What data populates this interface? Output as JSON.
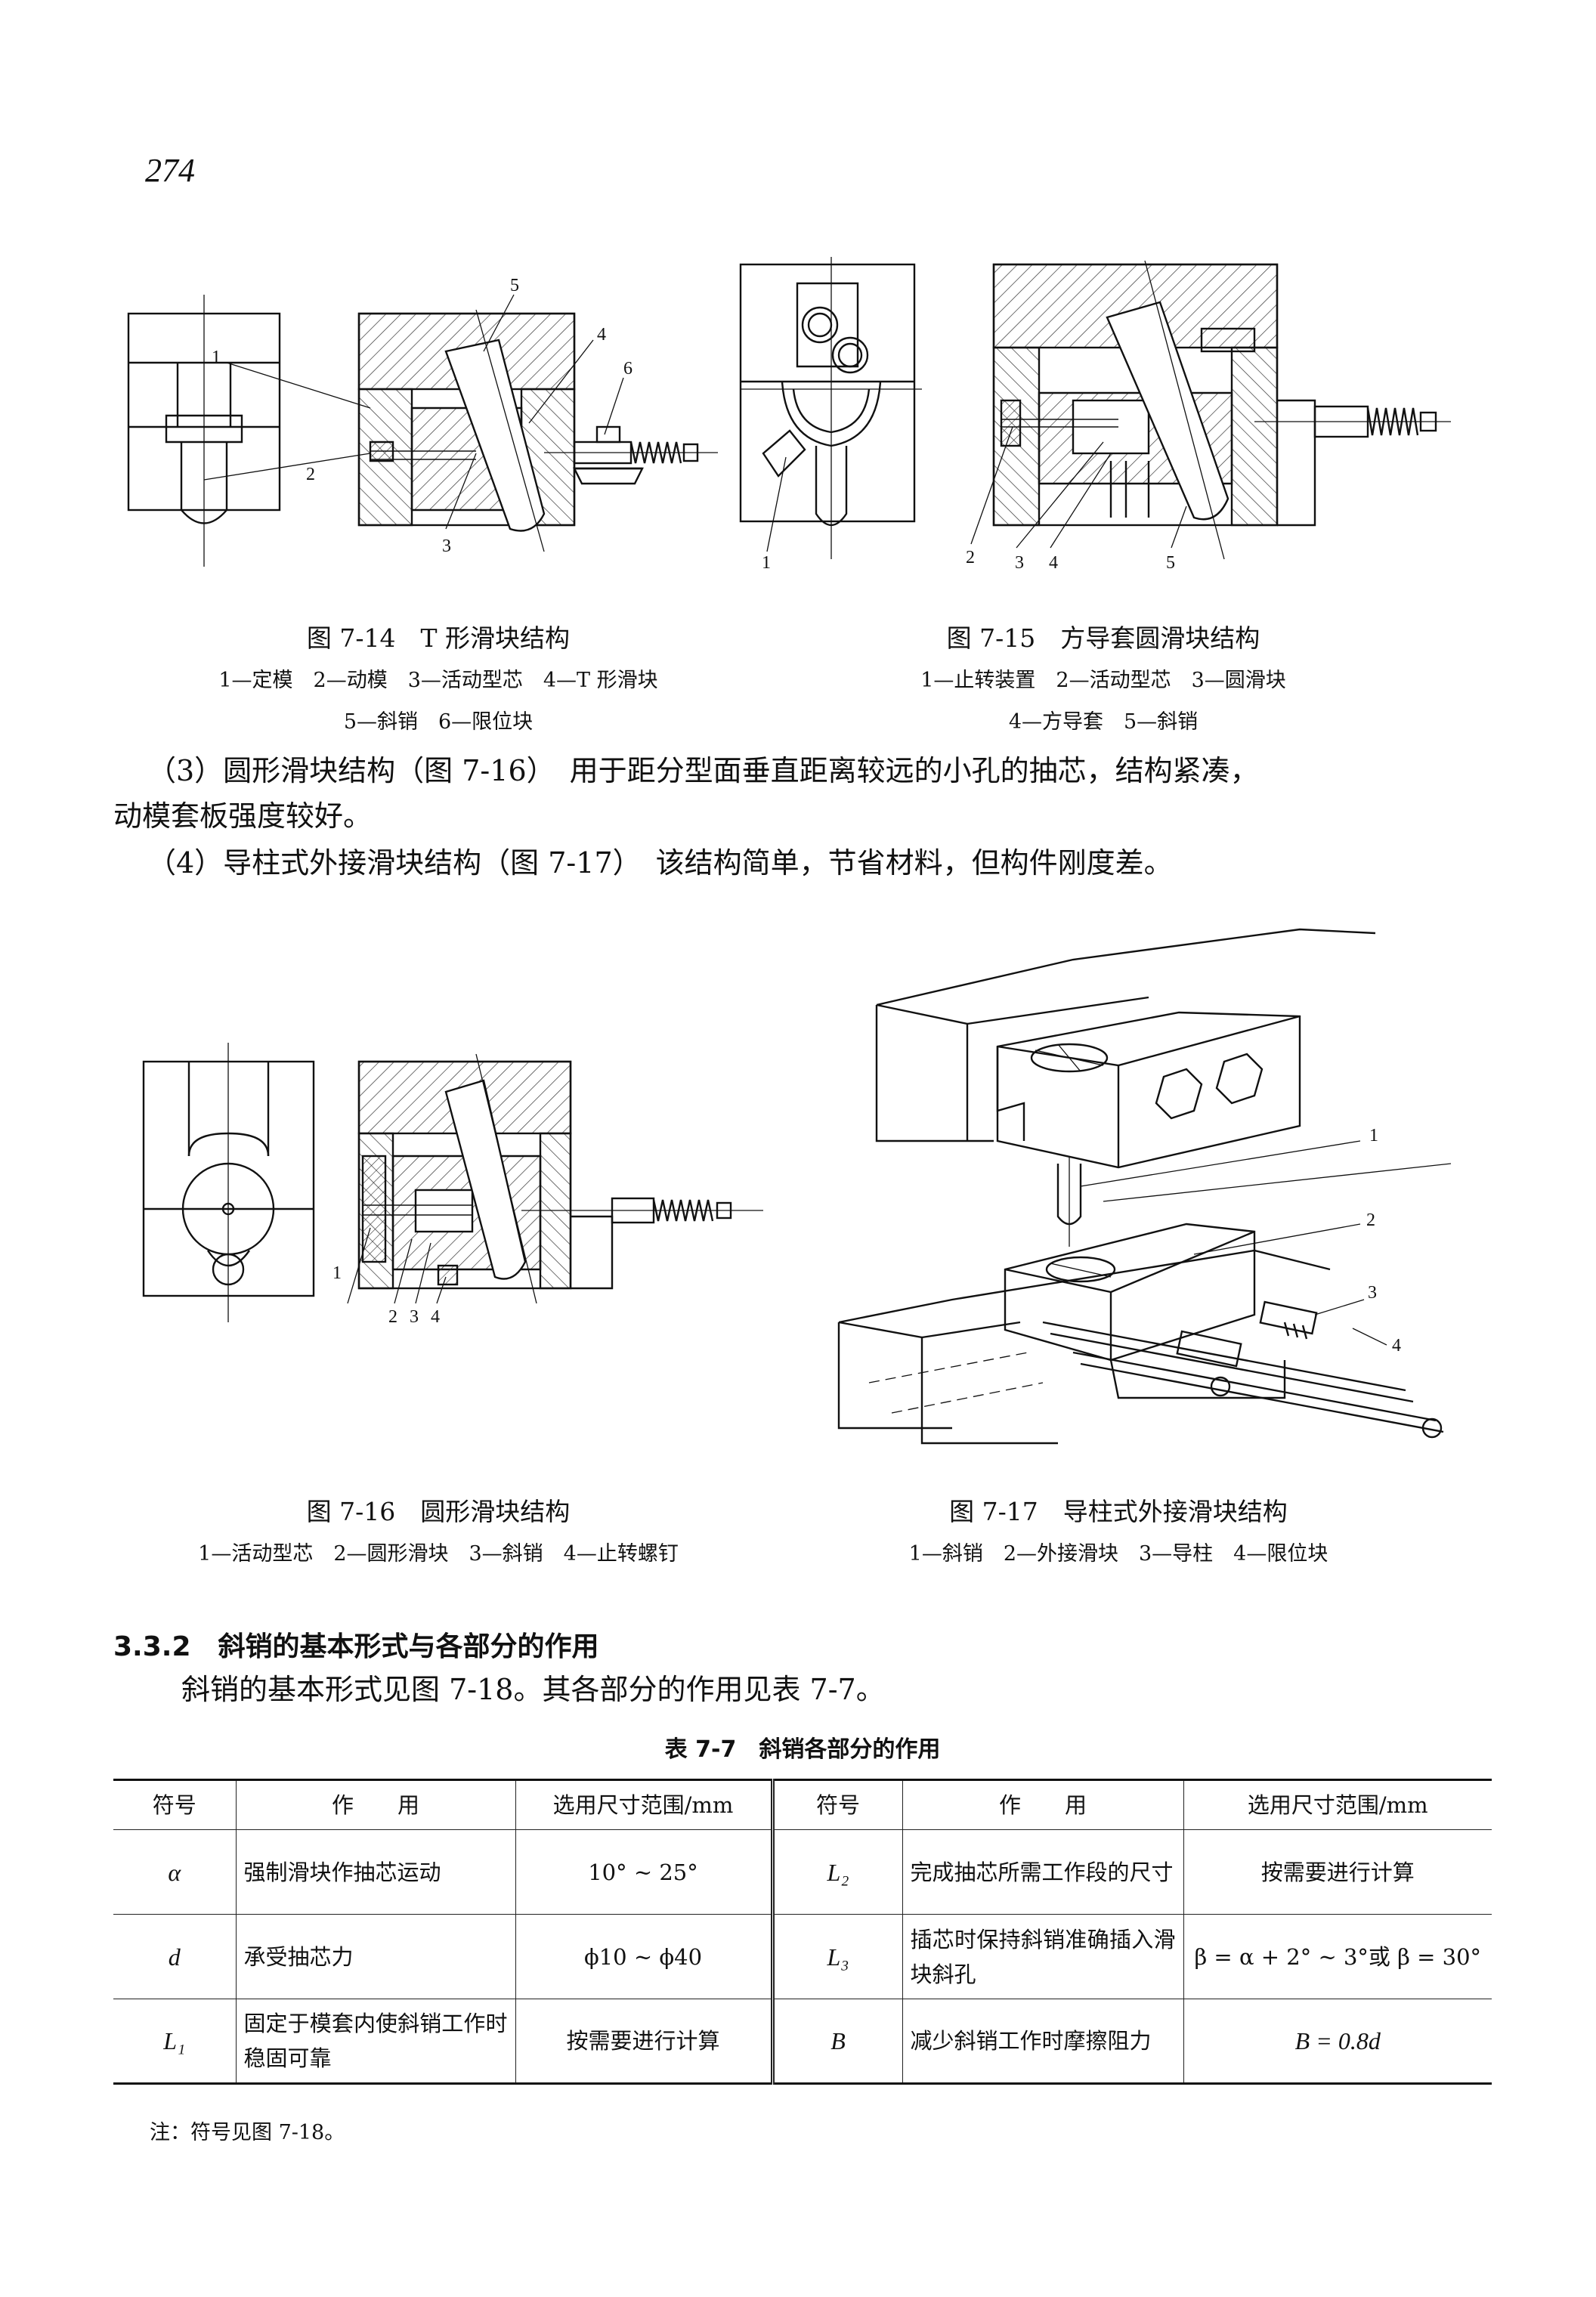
{
  "page_number": "274",
  "figures": {
    "f714": {
      "caption": "图 7-14　T 形滑块结构",
      "legend_line1": "1—定模　2—动模　3—活动型芯　4—T 形滑块",
      "legend_line2": "5—斜销　6—限位块",
      "labels": [
        "1",
        "2",
        "3",
        "4",
        "5",
        "6"
      ]
    },
    "f715": {
      "caption": "图 7-15　方导套圆滑块结构",
      "legend_line1": "1—止转装置　2—活动型芯　3—圆滑块",
      "legend_line2": "4—方导套　5—斜销",
      "labels": [
        "1",
        "2",
        "3",
        "4",
        "5"
      ]
    },
    "f716": {
      "caption": "图 7-16　圆形滑块结构",
      "legend_line1": "1—活动型芯　2—圆形滑块　3—斜销　4—止转螺钉",
      "labels": [
        "1",
        "2",
        "3",
        "4"
      ]
    },
    "f717": {
      "caption": "图 7-17　导柱式外接滑块结构",
      "legend_line1": "1—斜销　2—外接滑块　3—导柱　4—限位块",
      "labels": [
        "1",
        "2",
        "3",
        "4"
      ]
    }
  },
  "paragraphs": {
    "p3_line1": "（3）圆形滑块结构（图 7-16）　用于距分型面垂直距离较远的小孔的抽芯，结构紧凑，",
    "p3_line2": "动模套板强度较好。",
    "p4": "（4）导柱式外接滑块结构（图 7-17）　该结构简单，节省材料，但构件刚度差。",
    "section_heading": "3.3.2　斜销的基本形式与各部分的作用",
    "section_text": "斜销的基本形式见图 7-18。其各部分的作用见表 7-7。"
  },
  "table": {
    "title": "表 7-7　斜销各部分的作用",
    "headers": [
      "符号",
      "作　　用",
      "选用尺寸范围/mm",
      "符号",
      "作　　用",
      "选用尺寸范围/mm"
    ],
    "rows": [
      [
        "α",
        "强制滑块作抽芯运动",
        "10° ~ 25°",
        "L₂",
        "完成抽芯所需工作段的尺寸",
        "按需要进行计算"
      ],
      [
        "d",
        "承受抽芯力",
        "ϕ10 ~ ϕ40",
        "L₃",
        "插芯时保持斜销准确插入滑块斜孔",
        "β = α + 2° ~ 3°或 β = 30°"
      ],
      [
        "L₁",
        "固定于模套内使斜销工作时稳固可靠",
        "按需要进行计算",
        "B",
        "减少斜销工作时摩擦阻力",
        "B = 0.8d"
      ]
    ],
    "note": "注：符号见图 7-18。"
  }
}
